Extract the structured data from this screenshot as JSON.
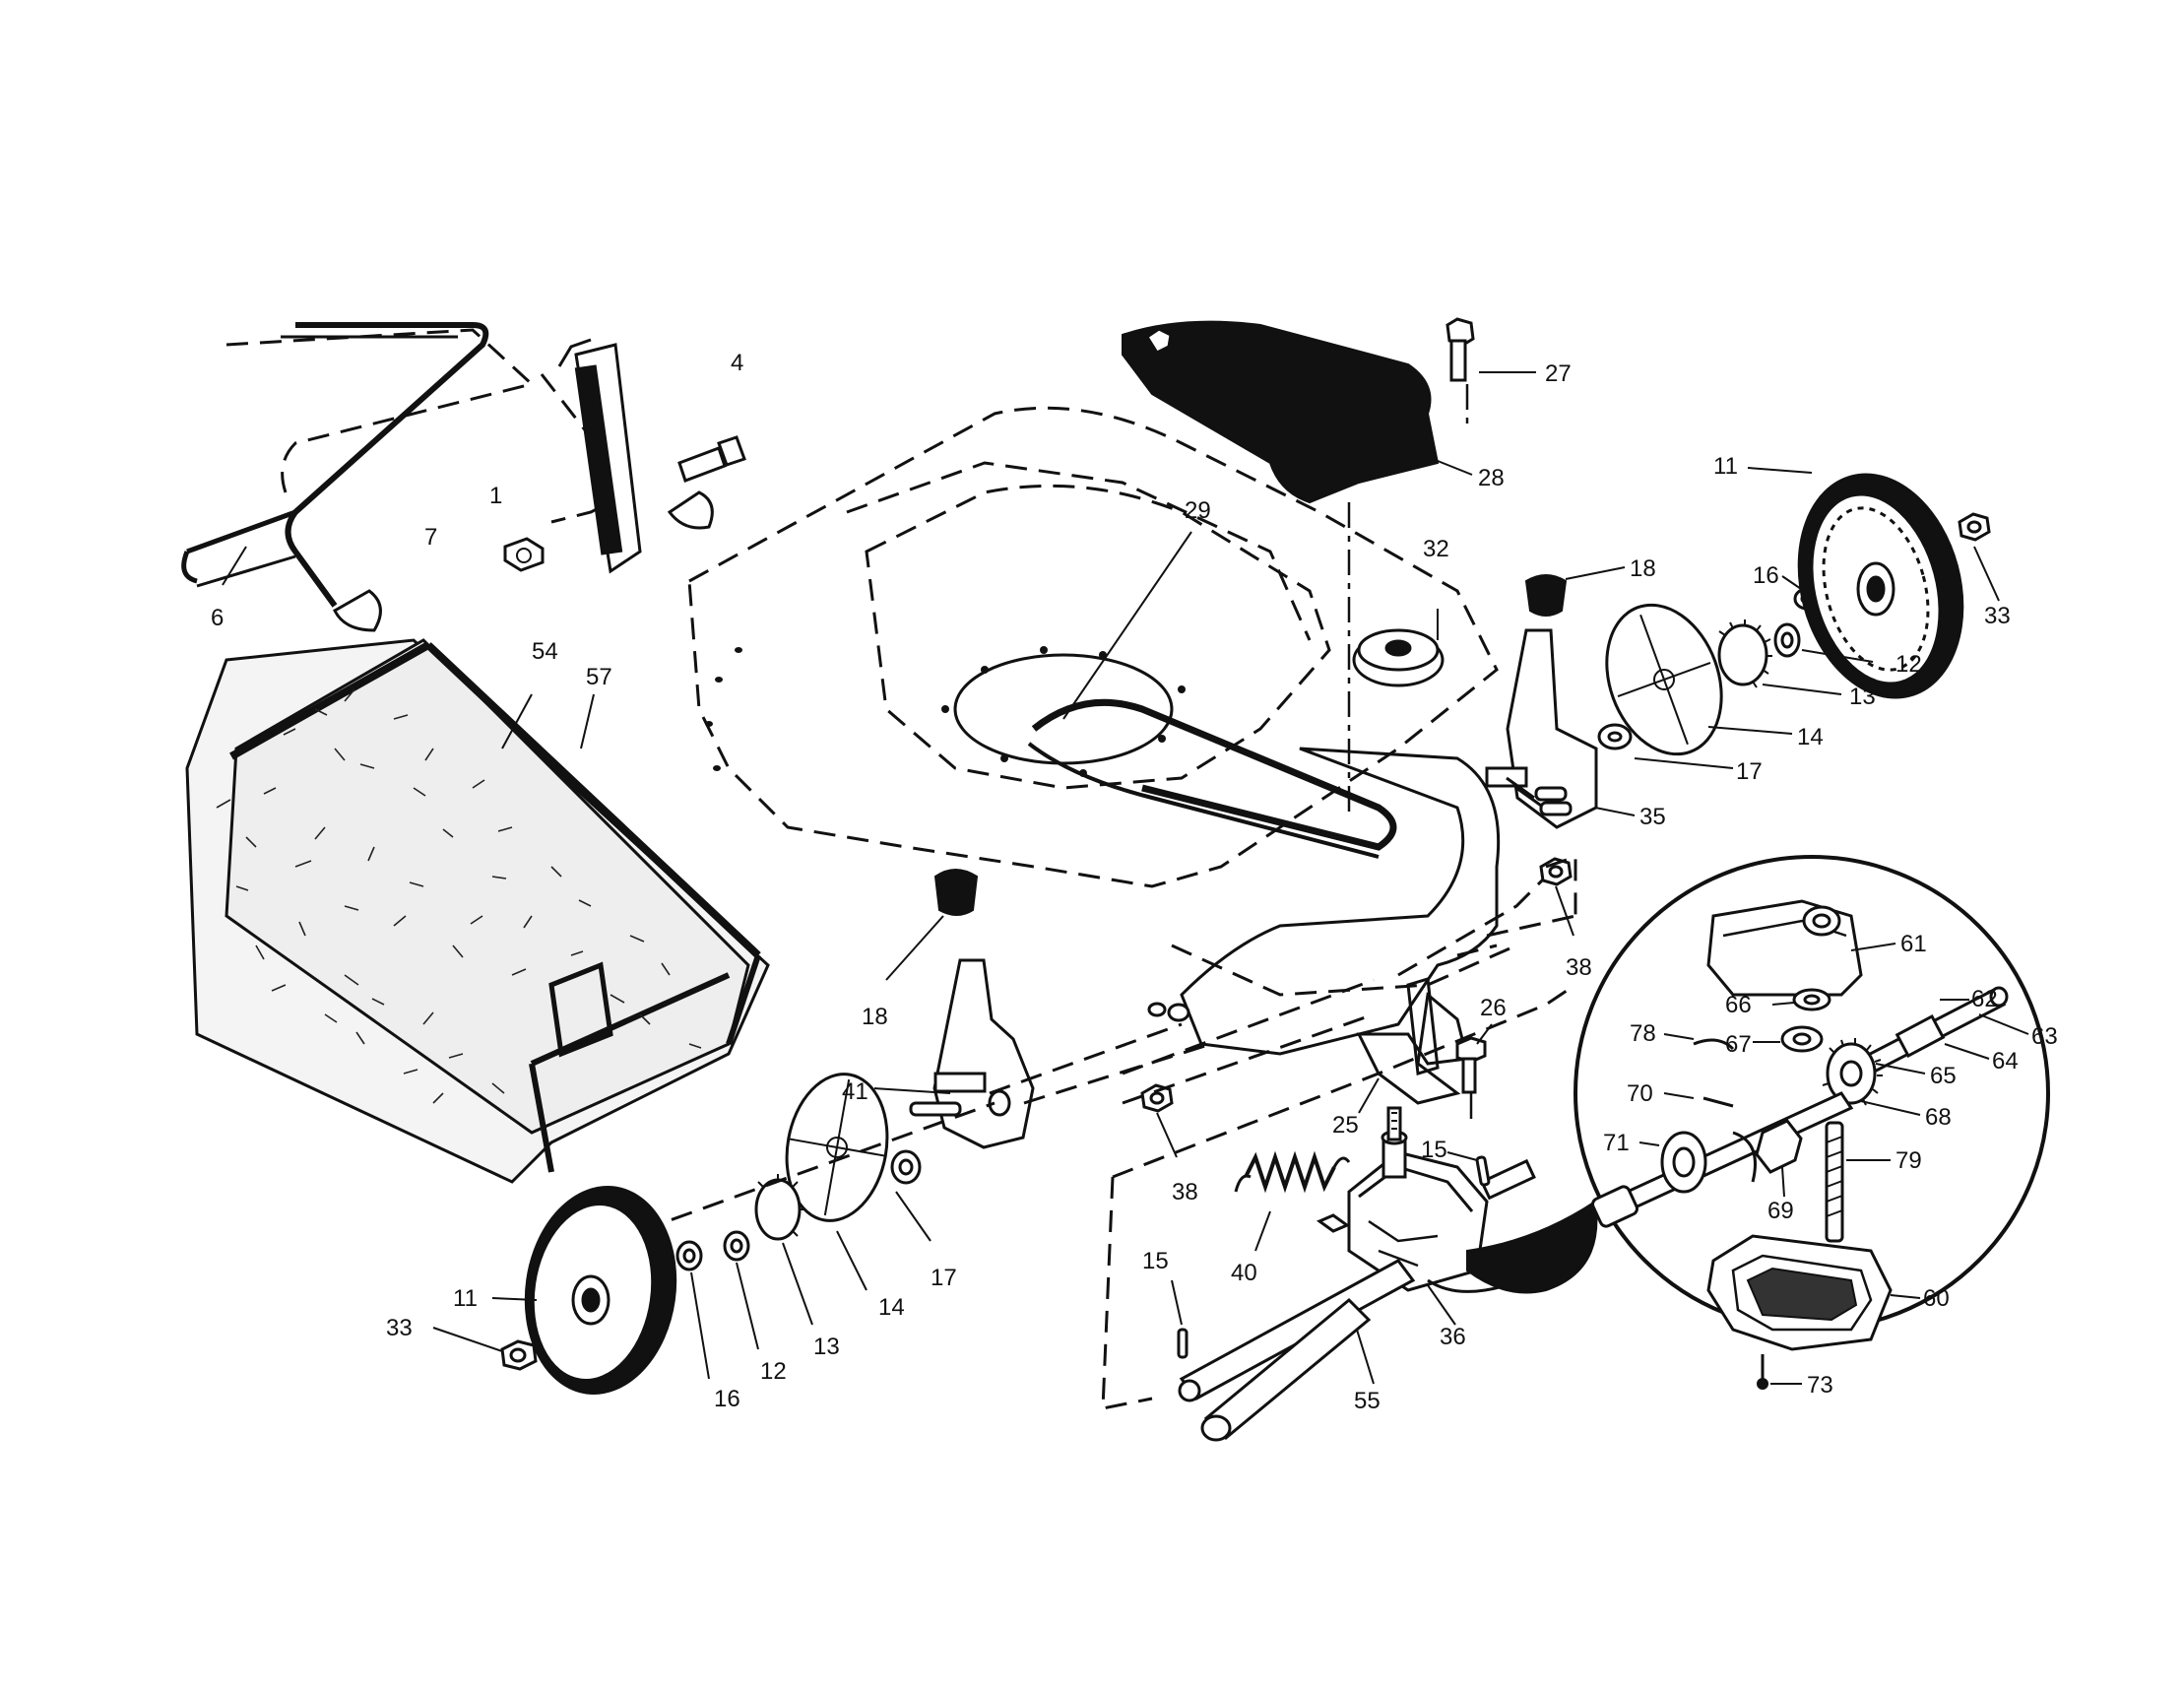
{
  "callouts": {
    "p1": "1",
    "p4": "4",
    "p6": "6",
    "p7": "7",
    "p11a": "11",
    "p11b": "11",
    "p12a": "12",
    "p12b": "12",
    "p13a": "13",
    "p13b": "13",
    "p14a": "14",
    "p14b": "14",
    "p15a": "15",
    "p15b": "15",
    "p16a": "16",
    "p16b": "16",
    "p17a": "17",
    "p17b": "17",
    "p18a": "18",
    "p18b": "18",
    "p25": "25",
    "p26": "26",
    "p27": "27",
    "p28": "28",
    "p29": "29",
    "p32": "32",
    "p33a": "33",
    "p33b": "33",
    "p35": "35",
    "p36": "36",
    "p38a": "38",
    "p38b": "38",
    "p40": "40",
    "p41": "41",
    "p54": "54",
    "p55": "55",
    "p57": "57",
    "p60": "60",
    "p61": "61",
    "p62": "62",
    "p63": "63",
    "p64": "64",
    "p65": "65",
    "p66": "66",
    "p67": "67",
    "p68": "68",
    "p69": "69",
    "p70": "70",
    "p71": "71",
    "p73": "73",
    "p78": "78",
    "p79": "79"
  }
}
